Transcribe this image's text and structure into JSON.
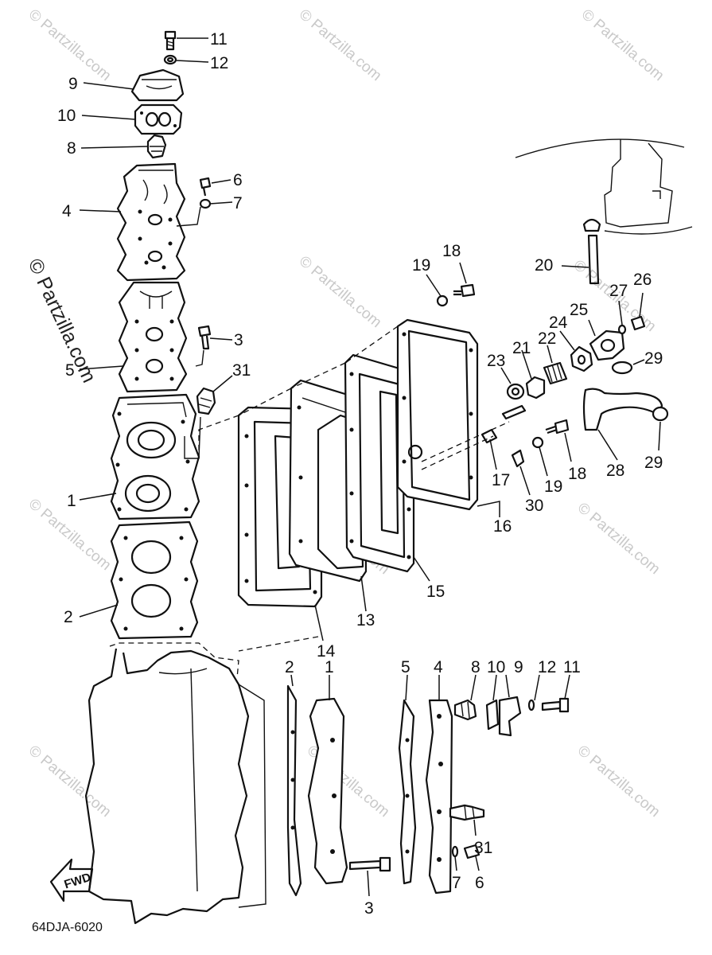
{
  "diagram_code": "64DJA-6020",
  "watermark": "© Partzilla.com",
  "fwd_label": "FWD",
  "callouts": {
    "c11": "11",
    "c12": "12",
    "c9": "9",
    "c10": "10",
    "c8": "8",
    "c6": "6",
    "c7": "7",
    "c4": "4",
    "c3": "3",
    "c5": "5",
    "c31": "31",
    "c1": "1",
    "c2": "2",
    "c14": "14",
    "c13": "13",
    "c15": "15",
    "c16": "16",
    "c17": "17",
    "c18": "18",
    "c19": "19",
    "c20": "20",
    "c21": "21",
    "c22": "22",
    "c23": "23",
    "c24": "24",
    "c25": "25",
    "c26": "26",
    "c27": "27",
    "c28": "28",
    "c29": "29",
    "c30": "30"
  }
}
